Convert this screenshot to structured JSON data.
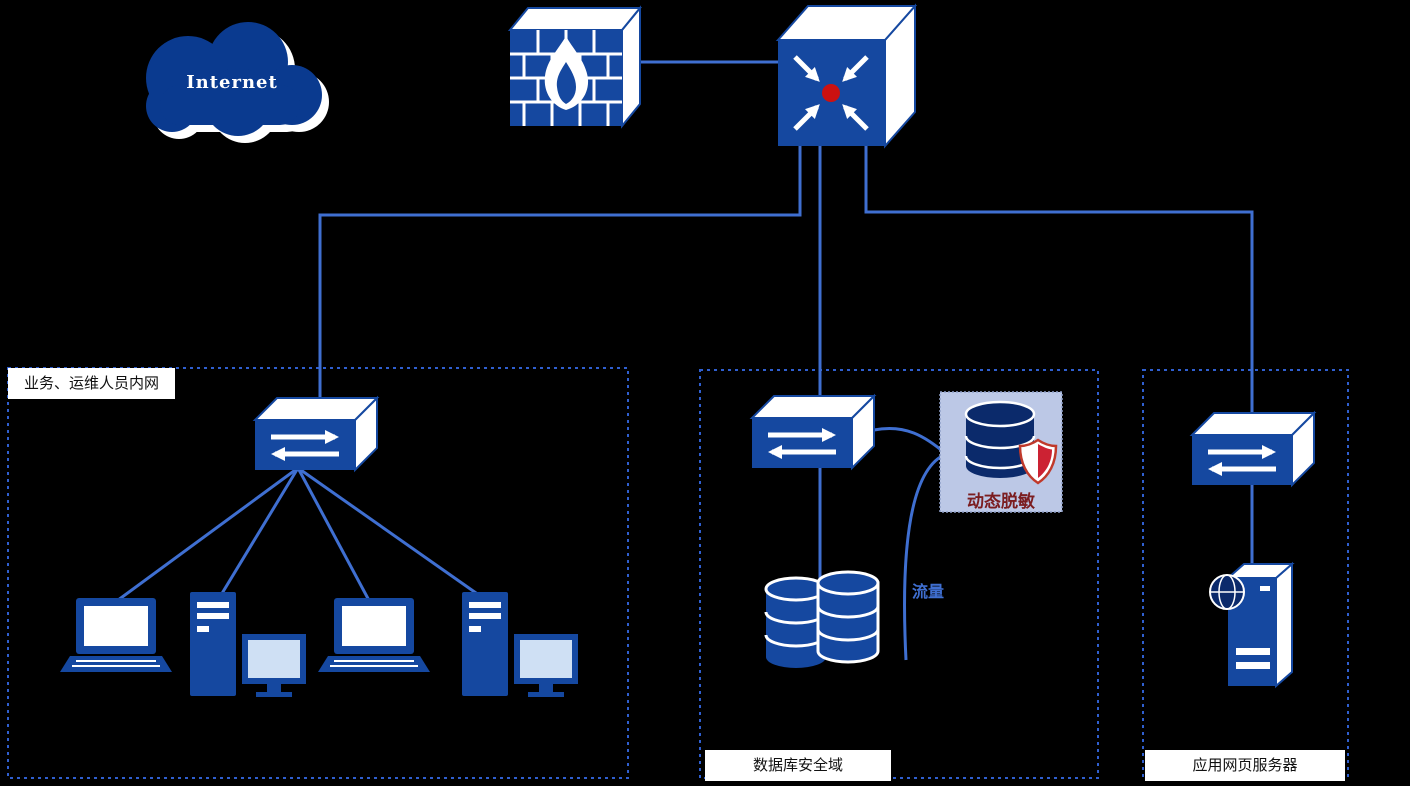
{
  "diagram": {
    "type": "network-topology",
    "colors": {
      "background": "#000000",
      "node_blue": "#1548a0",
      "cloud_navy": "#0a3a8f",
      "line_blue": "#3f6fd1",
      "dark_navy": "#0b2a6b",
      "red_dot": "#cc1111",
      "masking_bg": "#bcc8e6",
      "masking_text": "#7b1d20",
      "flow_label": "#3f6fd1",
      "zone_border": "#2f5fd0",
      "label_bg": "#ffffff",
      "label_text": "#111111"
    },
    "nodes": {
      "internet": {
        "label": "Internet",
        "icon": "cloud-icon"
      },
      "firewall": {
        "icon": "firewall-icon"
      },
      "core_router": {
        "icon": "router-icon"
      },
      "intranet_switch": {
        "icon": "switch-icon"
      },
      "database_switch": {
        "icon": "switch-icon"
      },
      "web_switch": {
        "icon": "switch-icon"
      },
      "workstations": {
        "icons": [
          "laptop-icon",
          "desktop-icon",
          "laptop-icon",
          "desktop-icon"
        ]
      },
      "database_cluster": {
        "icon": "database-icon"
      },
      "masking_appliance": {
        "label": "动态脱敏",
        "icon": "database-shield-icon"
      },
      "web_server": {
        "icon": "server-globe-icon"
      }
    },
    "zones": [
      {
        "id": "intranet",
        "label": "业务、运维人员内网",
        "label_position": "top-left"
      },
      {
        "id": "database",
        "label": "数据库安全域",
        "label_position": "bottom-left"
      },
      {
        "id": "webserver",
        "label": "应用网页服务器",
        "label_position": "bottom-left"
      }
    ],
    "annotations": {
      "traffic": "流量"
    }
  }
}
